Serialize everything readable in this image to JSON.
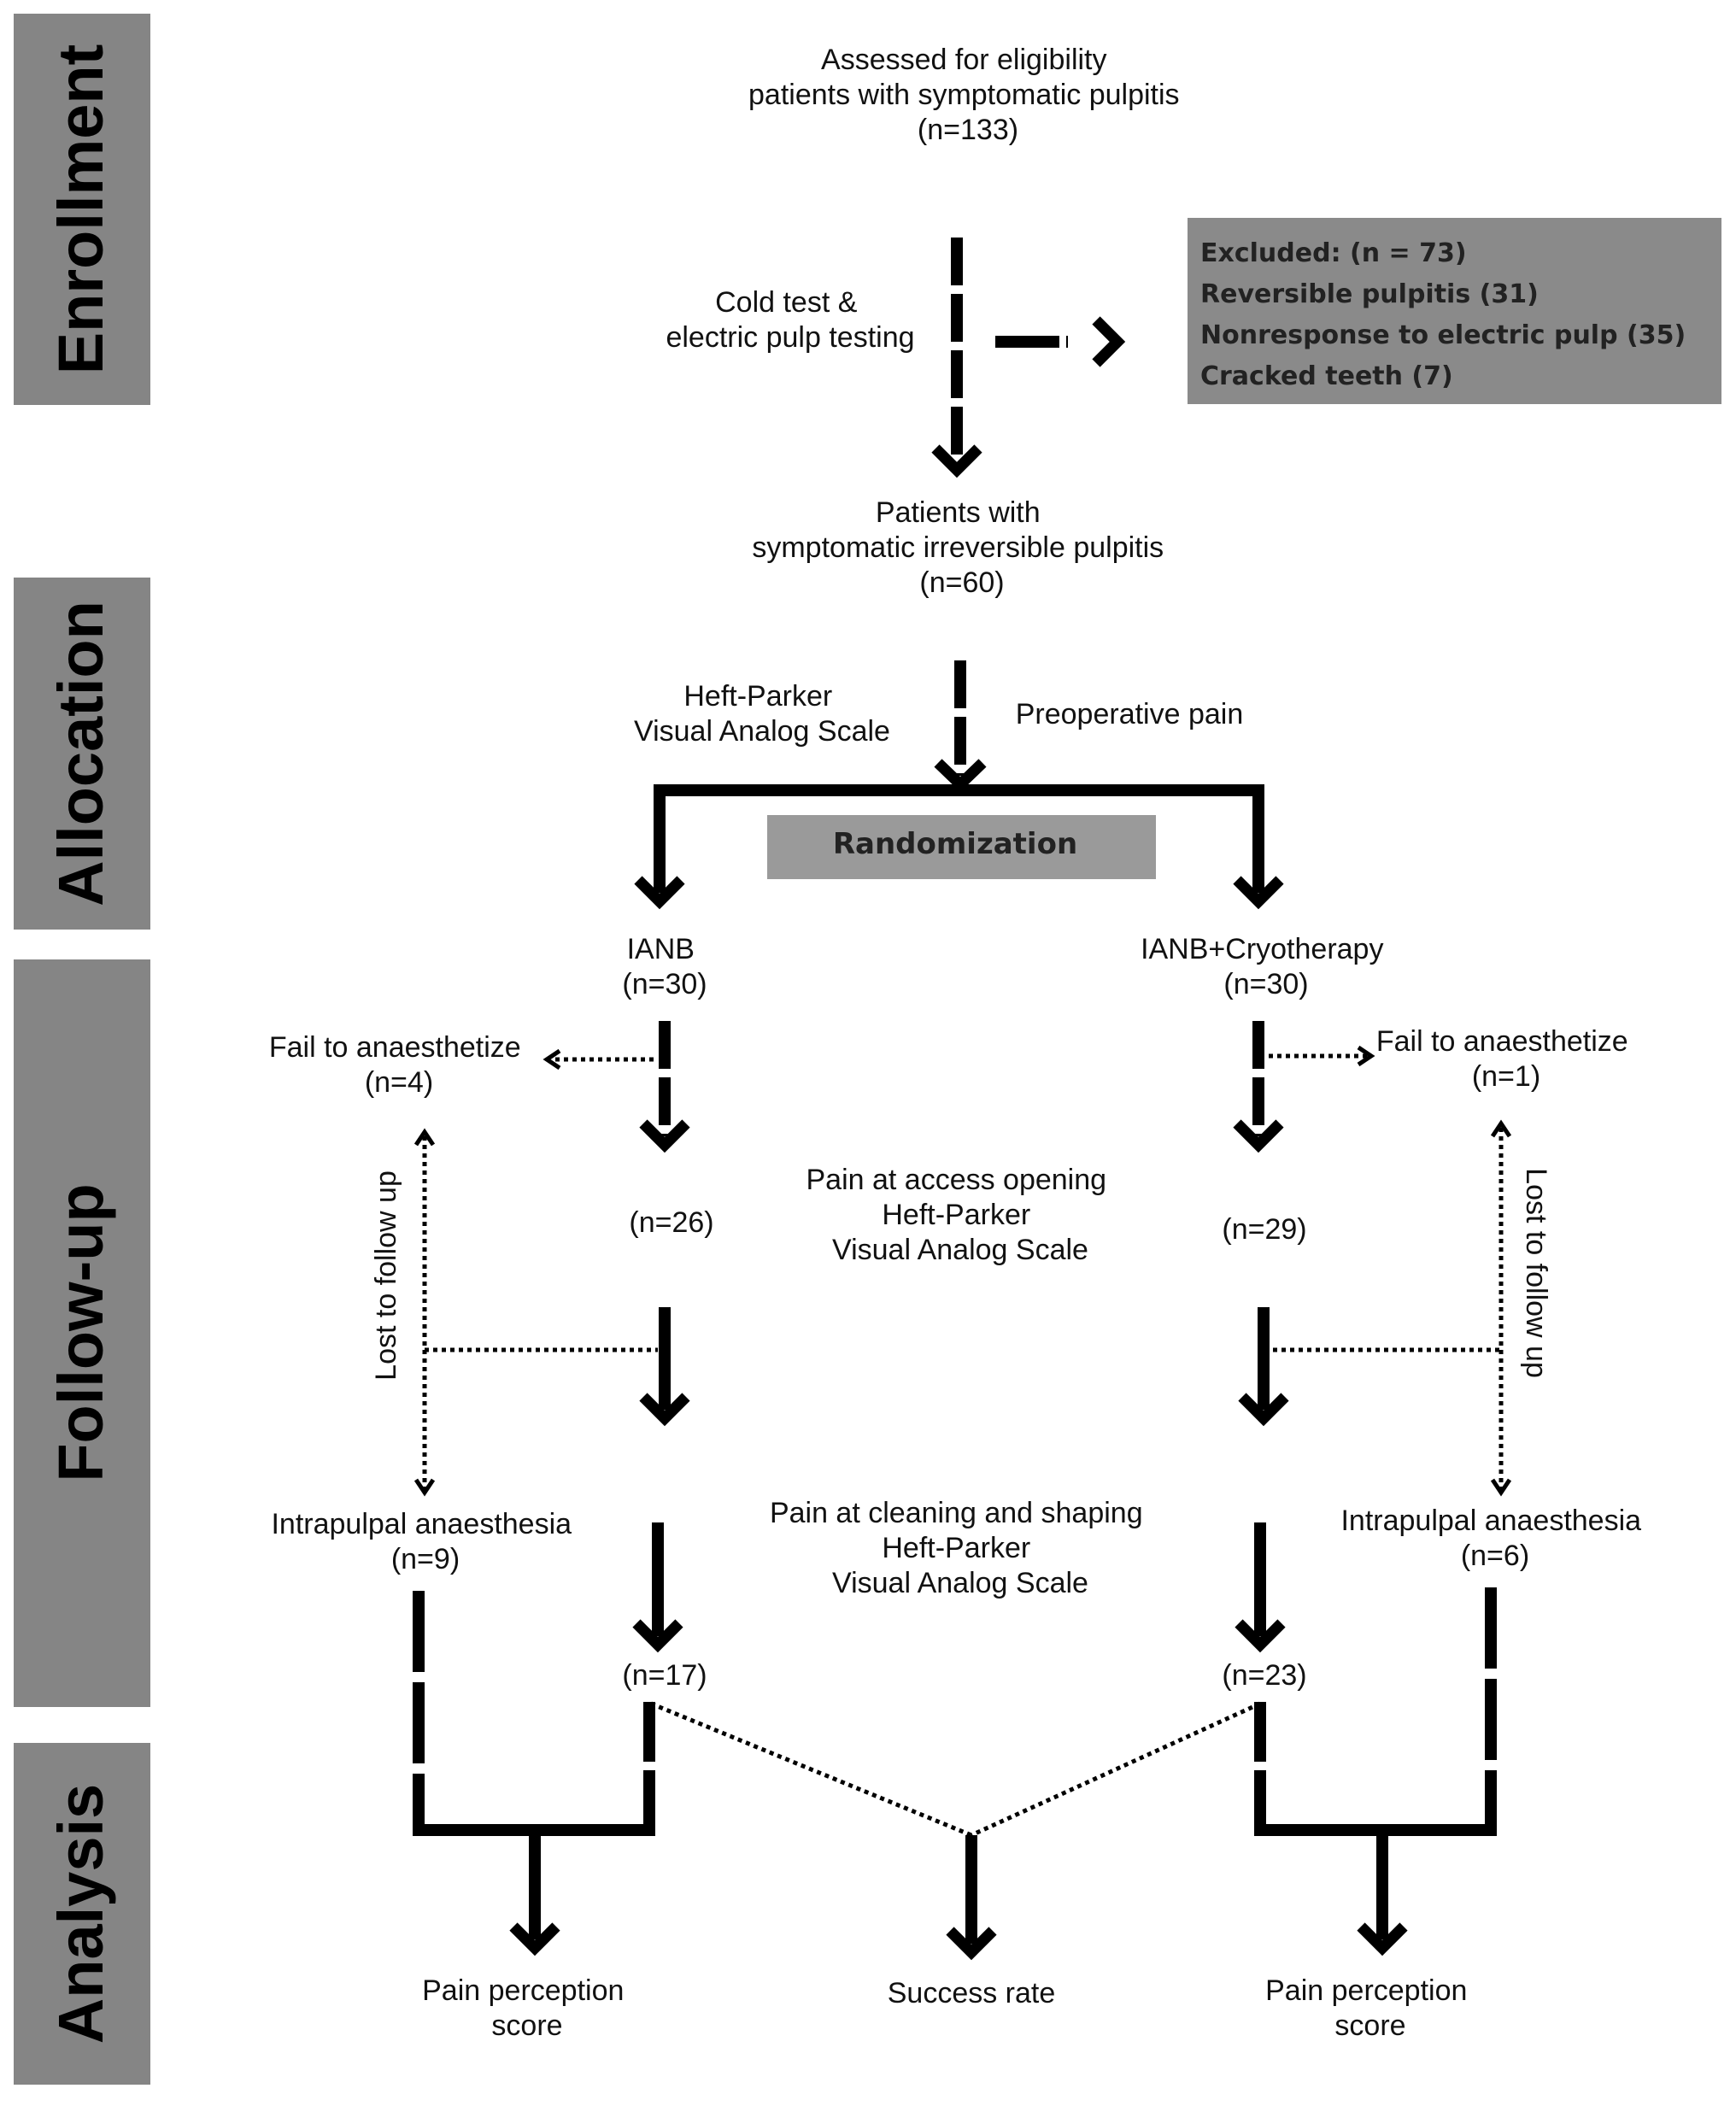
{
  "phases": [
    "Enrollment",
    "Allocation",
    "Follow-up",
    "Analysis"
  ],
  "assessed": [
    "Assessed for eligibility",
    "patients with symptomatic pulpitis",
    "(n=133)"
  ],
  "screening": [
    "Cold test &",
    "electric pulp testing"
  ],
  "excluded": [
    "Excluded: (n = 73)",
    "Reversible pulpitis  (31)",
    "Nonresponse to electric pulp (35)",
    "Cracked teeth (7)"
  ],
  "eligible": [
    "Patients with",
    "symptomatic irreversible pulpitis",
    "(n=60)"
  ],
  "baseline_measure": [
    "Heft-Parker",
    "Visual Analog Scale"
  ],
  "preop": "Preoperative pain",
  "randomization": "Randomization",
  "left_group": [
    "IANB",
    "(n=30)"
  ],
  "right_group": [
    "IANB+Cryotherapy",
    "(n=30)"
  ],
  "left_fail": [
    "Fail to anaesthetize",
    "(n=4)"
  ],
  "right_fail": [
    "Fail to anaesthetize",
    "(n=1)"
  ],
  "lost_follow_up": "Lost to follow up",
  "access_pain": [
    "Pain at access opening",
    "Heft-Parker",
    "Visual Analog Scale"
  ],
  "left_after_access": "(n=26)",
  "right_after_access": "(n=29)",
  "left_intrapulpal": [
    "Intrapulpal anaesthesia",
    "(n=9)"
  ],
  "right_intrapulpal": [
    "Intrapulpal anaesthesia",
    "(n=6)"
  ],
  "shaping_pain": [
    "Pain at cleaning and shaping",
    "Heft-Parker",
    "Visual Analog Scale"
  ],
  "left_final": "(n=17)",
  "right_final": "(n=23)",
  "left_outcome": [
    "Pain perception",
    "score"
  ],
  "center_outcome": "Success rate",
  "right_outcome": [
    "Pain perception",
    "score"
  ],
  "colors": {
    "phase_bar": "#858585",
    "box": "#8a8a8a",
    "rand_box": "#9a9a9a",
    "ink": "#000000"
  }
}
